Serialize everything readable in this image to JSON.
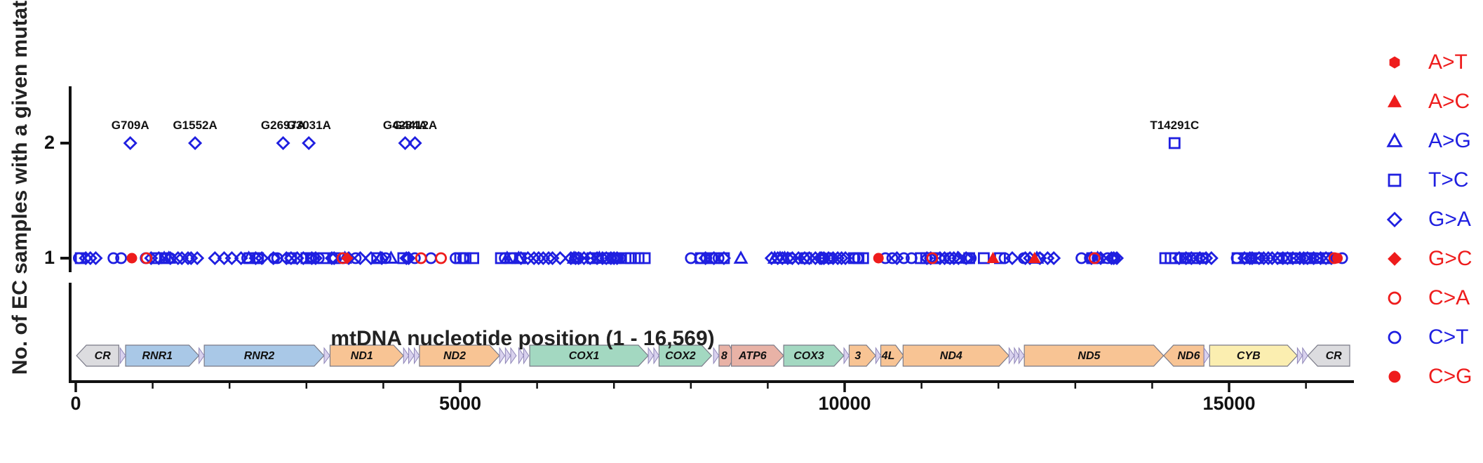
{
  "chart_data": {
    "type": "scatter",
    "xlabel": "mtDNA nucleotide position (1 - 16,569)",
    "ylabel": "No. of EC samples with a given mutation",
    "xlim": [
      0,
      16569
    ],
    "xticks": [
      0,
      5000,
      10000,
      15000
    ],
    "xtick_labels": [
      "0",
      "5000",
      "10000",
      "15000"
    ],
    "yticks": [
      1,
      2
    ],
    "ytick_labels": [
      "1",
      "2"
    ],
    "axis_break": true,
    "grid": false,
    "legend_position": "right",
    "legend": [
      {
        "label": "A>T",
        "marker": "hexagon",
        "filled": true,
        "color": "#ee1c1c"
      },
      {
        "label": "A>C",
        "marker": "triangle",
        "filled": true,
        "color": "#ee1c1c"
      },
      {
        "label": "A>G",
        "marker": "triangle",
        "filled": false,
        "color": "#1f1fe0"
      },
      {
        "label": "T>C",
        "marker": "square",
        "filled": false,
        "color": "#1f1fe0"
      },
      {
        "label": "G>A",
        "marker": "diamond",
        "filled": false,
        "color": "#1f1fe0"
      },
      {
        "label": "G>C",
        "marker": "diamond",
        "filled": true,
        "color": "#ee1c1c"
      },
      {
        "label": "C>A",
        "marker": "circle",
        "filled": false,
        "color": "#ee1c1c"
      },
      {
        "label": "C>T",
        "marker": "circle",
        "filled": false,
        "color": "#1f1fe0"
      },
      {
        "label": "C>G",
        "marker": "circle",
        "filled": true,
        "color": "#ee1c1c"
      }
    ],
    "annotated_points": [
      {
        "label": "G709A",
        "x": 709,
        "y": 2,
        "type": "G>A"
      },
      {
        "label": "G1552A",
        "x": 1552,
        "y": 2,
        "type": "G>A"
      },
      {
        "label": "G2697A",
        "x": 2697,
        "y": 2,
        "type": "G>A"
      },
      {
        "label": "G3031A",
        "x": 3031,
        "y": 2,
        "type": "G>A"
      },
      {
        "label": "G4284A",
        "x": 4284,
        "y": 2,
        "type": "G>A"
      },
      {
        "label": "G4412A",
        "x": 4412,
        "y": 2,
        "type": "G>A"
      },
      {
        "label": "T14291C",
        "x": 14291,
        "y": 2,
        "type": "T>C"
      }
    ],
    "series": [
      {
        "name": "G>A",
        "y": 1,
        "x": [
          130,
          190,
          260,
          980,
          1080,
          1230,
          1330,
          1380,
          1460,
          1500,
          1580,
          1810,
          1930,
          2030,
          2150,
          2340,
          2420,
          2570,
          2740,
          2800,
          2880,
          2960,
          3070,
          3120,
          3330,
          3360,
          3550,
          3700,
          3840,
          3980,
          4300,
          4330,
          5790,
          5880,
          5960,
          6020,
          6080,
          6150,
          6200,
          6300,
          6440,
          6500,
          6540,
          6610,
          6690,
          6780,
          6850,
          6900,
          6960,
          7000,
          7040,
          8190,
          8300,
          8430,
          9050,
          9130,
          9190,
          9260,
          9320,
          9400,
          9480,
          9540,
          9620,
          9680,
          9700,
          9730,
          9790,
          9850,
          9910,
          9960,
          10010,
          10680,
          11070,
          11120,
          11240,
          11300,
          11370,
          11420,
          11480,
          11580,
          12180,
          12350,
          12410,
          12540,
          12640,
          12720,
          13210,
          13330,
          13470,
          13500,
          13540,
          14350,
          14440,
          14510,
          14620,
          14700,
          14770,
          15200,
          15270,
          15300,
          15390,
          15450,
          15510,
          15560,
          15630,
          15700,
          15760,
          15830,
          15920,
          15970,
          16020,
          16100,
          16190,
          16260,
          16330
        ]
      },
      {
        "name": "C>T",
        "y": 1,
        "x": [
          40,
          490,
          590,
          910,
          1230,
          2230,
          2370,
          2580,
          2620,
          3060,
          3160,
          3480,
          3640,
          4030,
          4410,
          4620,
          4940,
          5040,
          5580,
          5680,
          6530,
          6700,
          6790,
          7000,
          7050,
          7080,
          8000,
          8120,
          8200,
          8360,
          9300,
          9470,
          9730,
          9810,
          10130,
          10170,
          10530,
          10620,
          10770,
          10870,
          11360,
          11600,
          11640,
          12080,
          12330,
          12530,
          13080,
          13190,
          13290,
          13420,
          13510,
          14450,
          14580,
          14660,
          15100,
          15230,
          15390,
          15650,
          15870,
          16000,
          16140,
          16270,
          16470
        ]
      },
      {
        "name": "T>C",
        "y": 1,
        "x": [
          65,
          1050,
          1160,
          2260,
          2370,
          2800,
          3000,
          3060,
          3220,
          3370,
          3920,
          4260,
          5000,
          5070,
          5170,
          5530,
          5650,
          5780,
          6500,
          6720,
          6920,
          7150,
          7220,
          7320,
          7400,
          8130,
          8270,
          8430,
          9500,
          10120,
          10180,
          10240,
          10990,
          11060,
          11120,
          11180,
          11620,
          11810,
          12020,
          13220,
          14170,
          14240,
          14300,
          14370,
          14530,
          15110,
          15350,
          15750,
          16050,
          16280
        ]
      },
      {
        "name": "A>G",
        "y": 1,
        "x": [
          1150,
          1210,
          2250,
          3500,
          3960,
          4100,
          5610,
          5760,
          6480,
          6810,
          8650,
          9090,
          9160,
          9220,
          11470,
          12500,
          13290
        ]
      },
      {
        "name": "C>A",
        "y": 1,
        "x": [
          920,
          3470,
          4490,
          4750,
          11140,
          13250,
          16370
        ]
      },
      {
        "name": "C>G",
        "y": 1,
        "x": [
          730,
          10440,
          16410
        ]
      },
      {
        "name": "A>C",
        "y": 1,
        "x": [
          11930,
          12470
        ]
      },
      {
        "name": "G>C",
        "y": 1,
        "x": [
          3530
        ]
      },
      {
        "name": "A>T",
        "y": 1,
        "x": []
      }
    ],
    "genes": [
      {
        "name": "CR",
        "start": 10,
        "end": 560,
        "color": "#dcdcdf",
        "dir": "left",
        "italic": false
      },
      {
        "name": "RNR1",
        "start": 648,
        "end": 1601,
        "color": "#a9c8e7",
        "dir": "right",
        "italic": true
      },
      {
        "name": "RNR2",
        "start": 1671,
        "end": 3229,
        "color": "#a9c8e7",
        "dir": "right",
        "italic": true
      },
      {
        "name": "ND1",
        "start": 3307,
        "end": 4262,
        "color": "#f8c494",
        "dir": "right",
        "italic": true
      },
      {
        "name": "ND2",
        "start": 4470,
        "end": 5511,
        "color": "#f8c494",
        "dir": "right",
        "italic": true
      },
      {
        "name": "COX1",
        "start": 5904,
        "end": 7445,
        "color": "#a3d8c1",
        "dir": "right",
        "italic": true
      },
      {
        "name": "COX2",
        "start": 7586,
        "end": 8269,
        "color": "#a3d8c1",
        "dir": "right",
        "italic": true
      },
      {
        "name": "8",
        "start": 8366,
        "end": 8572,
        "color": "#e8b2a6",
        "dir": "right",
        "italic": true
      },
      {
        "name": "ATP6",
        "start": 8527,
        "end": 9207,
        "color": "#e8b2a6",
        "dir": "right",
        "italic": true
      },
      {
        "name": "COX3",
        "start": 9207,
        "end": 9990,
        "color": "#a3d8c1",
        "dir": "right",
        "italic": true
      },
      {
        "name": "3",
        "start": 10059,
        "end": 10404,
        "color": "#f8c494",
        "dir": "right",
        "italic": true
      },
      {
        "name": "4L",
        "start": 10470,
        "end": 10766,
        "color": "#f8c494",
        "dir": "right",
        "italic": true
      },
      {
        "name": "ND4",
        "start": 10760,
        "end": 12137,
        "color": "#f8c494",
        "dir": "right",
        "italic": true
      },
      {
        "name": "ND5",
        "start": 12337,
        "end": 14148,
        "color": "#f8c494",
        "dir": "right",
        "italic": true
      },
      {
        "name": "ND6",
        "start": 14149,
        "end": 14673,
        "color": "#f8c494",
        "dir": "left",
        "italic": true
      },
      {
        "name": "CYB",
        "start": 14747,
        "end": 15887,
        "color": "#fbeeb0",
        "dir": "right",
        "italic": true
      },
      {
        "name": "CR",
        "start": 16024,
        "end": 16569,
        "color": "#dcdcdf",
        "dir": "left",
        "italic": false
      }
    ],
    "trnas": [
      {
        "start": 577,
        "end": 647
      },
      {
        "start": 1602,
        "end": 1670
      },
      {
        "start": 3230,
        "end": 3304
      },
      {
        "start": 4263,
        "end": 4331
      },
      {
        "start": 4329,
        "end": 4400
      },
      {
        "start": 4402,
        "end": 4469
      },
      {
        "start": 5512,
        "end": 5579
      },
      {
        "start": 5587,
        "end": 5655
      },
      {
        "start": 5657,
        "end": 5729
      },
      {
        "start": 5761,
        "end": 5826
      },
      {
        "start": 5826,
        "end": 5891
      },
      {
        "start": 7446,
        "end": 7514
      },
      {
        "start": 7518,
        "end": 7585
      },
      {
        "start": 8295,
        "end": 8364
      },
      {
        "start": 9991,
        "end": 10058
      },
      {
        "start": 10405,
        "end": 10469
      },
      {
        "start": 12138,
        "end": 12206
      },
      {
        "start": 12207,
        "end": 12265
      },
      {
        "start": 12266,
        "end": 12336
      },
      {
        "start": 14674,
        "end": 14742
      },
      {
        "start": 15888,
        "end": 15953
      },
      {
        "start": 15956,
        "end": 16023
      }
    ]
  }
}
